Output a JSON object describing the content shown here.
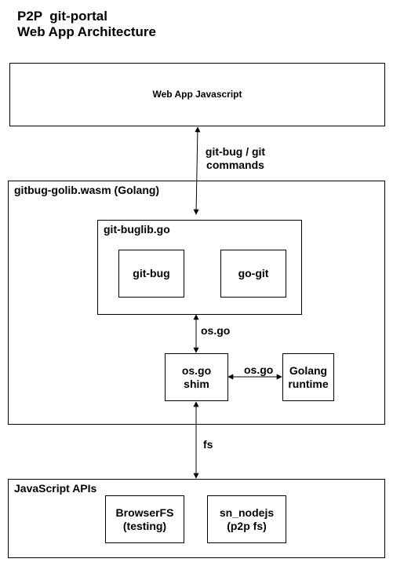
{
  "diagram": {
    "title": "P2P  git-portal\nWeb App Architecture",
    "web_app": {
      "label": "Web App Javascript"
    },
    "arrow_webapp_to_wasm": {
      "label": "git-bug / git\ncommands"
    },
    "wasm_container": {
      "label": "gitbug-golib.wasm (Golang)"
    },
    "buglib_container": {
      "label": "git-buglib.go"
    },
    "git_bug": {
      "label": "git-bug"
    },
    "go_git": {
      "label": "go-git"
    },
    "arrow_buglib_to_shim": {
      "label": "os.go"
    },
    "os_shim": {
      "label": "os.go\nshim"
    },
    "arrow_shim_to_runtime": {
      "label": "os.go"
    },
    "golang_runtime": {
      "label": "Golang\nruntime"
    },
    "arrow_shim_to_js": {
      "label": "fs"
    },
    "js_apis": {
      "label": "JavaScript APIs"
    },
    "browserfs": {
      "label": "BrowserFS\n(testing)"
    },
    "sn_nodejs": {
      "label": "sn_nodejs\n(p2p fs)"
    }
  }
}
